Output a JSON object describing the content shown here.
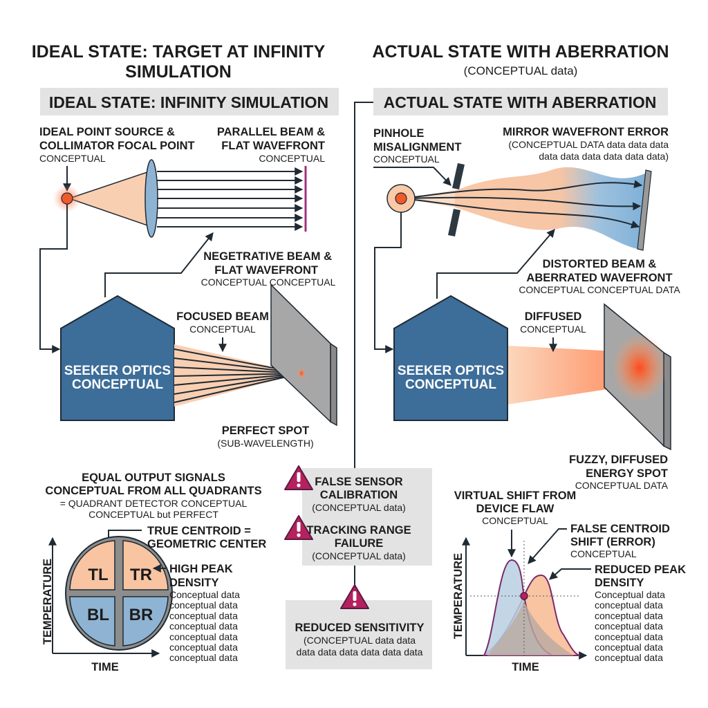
{
  "left": {
    "title": [
      "IDEAL STATE: TARGET AT INFINITY",
      "SIMULATION"
    ],
    "banner": "IDEAL STATE:  INFINITY SIMULATION",
    "source_label": [
      "IDEAL POINT SOURCE &",
      "COLLIMATOR FOCAL POINT",
      "CONCEPTUAL"
    ],
    "parallel_label": [
      "PARALLEL BEAM &",
      "FLAT WAVEFRONT",
      "CONCEPTUAL"
    ],
    "negetrative_label": [
      "NEGETRATIVE BEAM &",
      "FLAT WAVEFRONT",
      "CONCEPTUAL CONCEPTUAL"
    ],
    "seeker": [
      "SEEKER OPTICS",
      "CONCEPTUAL"
    ],
    "focused_label": [
      "FOCUSED BEAM",
      "CONCEPTUAL"
    ],
    "spot_label": [
      "PERFECT SPOT",
      "(SUB-WAVELENGTH)"
    ],
    "signals_label": [
      "EQUAL OUTPUT SIGNALS",
      "CONCEPTUAL FROM ALL QUADRANTS",
      "= QUADRANT DETECTOR CONCEPTUAL",
      "CONCEPTUAL but PERFECT"
    ],
    "centroid_label": [
      "TRUE CENTROID =",
      "GEOMETRIC CENTER"
    ],
    "quadrants": [
      "TL",
      "TR",
      "BL",
      "BR"
    ],
    "peak_label": [
      "HIGH PEAK",
      "DENSITY"
    ],
    "peak_notes": [
      "Conceptual data",
      "conceptual data",
      "conceptual data",
      "conceptual data",
      "conceptual data",
      "conceptual data",
      "conceptual data"
    ],
    "y_axis": "TEMPERATURE",
    "x_axis": "TIME"
  },
  "right": {
    "title": "ACTUAL STATE WITH ABERRATION",
    "subtitle": "(CONCEPTUAL data)",
    "banner": "ACTUAL STATE WITH ABERRATION",
    "pinhole_label": [
      "PINHOLE",
      "MISALIGNMENT",
      "CONCEPTUAL"
    ],
    "mirror_label": [
      "MIRROR WAVEFRONT ERROR",
      "(CONCEPTUAL DATA data data data",
      "data data data data data data)"
    ],
    "distorted_label": [
      "DISTORTED BEAM &",
      "ABERRATED WAVEFRONT",
      "CONCEPTUAL CONCEPTUAL DATA"
    ],
    "seeker": [
      "SEEKER OPTICS",
      "CONCEPTUAL"
    ],
    "diffused_label": [
      "DIFFUSED",
      "CONCEPTUAL"
    ],
    "spot_label": [
      "FUZZY, DIFFUSED",
      "ENERGY SPOT",
      "CONCEPTUAL DATA"
    ],
    "virtual_label": [
      "VIRTUAL SHIFT FROM",
      "DEVICE FLAW",
      "CONCEPTUAL"
    ],
    "false_centroid_label": [
      "FALSE CENTROID",
      "SHIFT (ERROR)",
      "CONCEPTUAL"
    ],
    "peak_label": [
      "REDUCED PEAK",
      "DENSITY"
    ],
    "peak_notes": [
      "Conceptual data",
      "conceptual data",
      "conceptual data",
      "conceptual data",
      "conceptual data",
      "conceptual data",
      "conceptual data"
    ],
    "y_axis": "TEMPERATURE",
    "x_axis": "TIME"
  },
  "center": {
    "warnings": [
      {
        "title": [
          "FALSE SENSOR",
          "CALIBRATION"
        ],
        "note": "(CONCEPTUAL data)"
      },
      {
        "title": [
          "TRACKING RANGE",
          "FAILURE"
        ],
        "note": "(CONCEPTUAL data)"
      }
    ],
    "reduced": {
      "title": "REDUCED SENSITIVITY",
      "note": [
        "(CONCEPTUAL data data",
        "data data data data data data"
      ]
    }
  },
  "colors": {
    "box": "#3d6d99",
    "peach": "#f8c4a2",
    "blue": "#8fb4d3",
    "warn": "#b5215f",
    "gray": "#e3e3e3"
  }
}
